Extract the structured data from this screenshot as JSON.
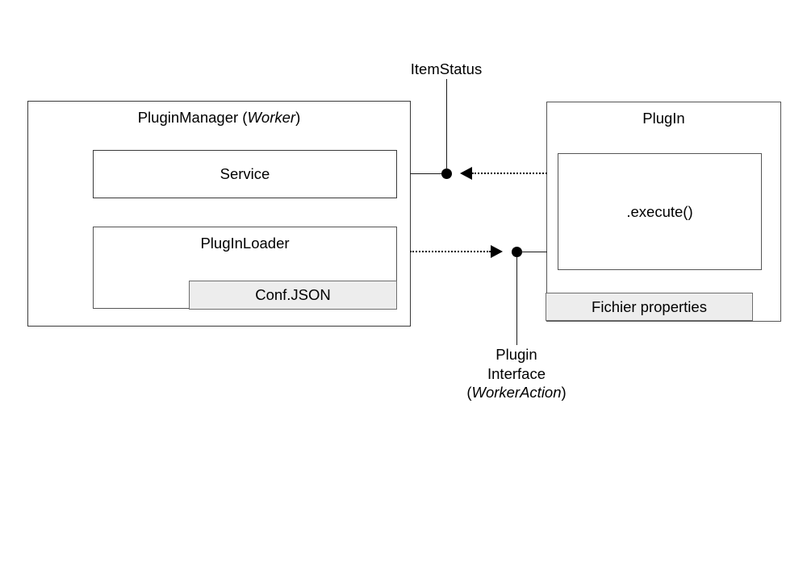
{
  "diagram": {
    "title_hidden": "",
    "nodes": {
      "plugin_manager": {
        "label_main": "PluginManager (",
        "label_em": "Worker",
        "label_tail": ")"
      },
      "service": {
        "label": "Service"
      },
      "pluginloader": {
        "label": "PlugInLoader"
      },
      "conf_json": {
        "label": "Conf.JSON"
      },
      "plugin": {
        "label": "PlugIn"
      },
      "execute": {
        "label": ".execute()"
      },
      "fichier_properties": {
        "label": "Fichier properties"
      }
    },
    "connectors": {
      "item_status": {
        "label": "ItemStatus"
      },
      "plugin_interface": {
        "line1": "Plugin",
        "line2": "Interface",
        "line3_open": "(",
        "line3_em": "WorkerAction",
        "line3_close": ")"
      }
    },
    "colors": {
      "background": "#ffffff",
      "stroke": "#3a3a3a",
      "stroke_dark": "#1a1a1a",
      "shaded_fill": "#ededed",
      "shaded_stroke": "#6e6e6e",
      "text": "#000000"
    }
  }
}
